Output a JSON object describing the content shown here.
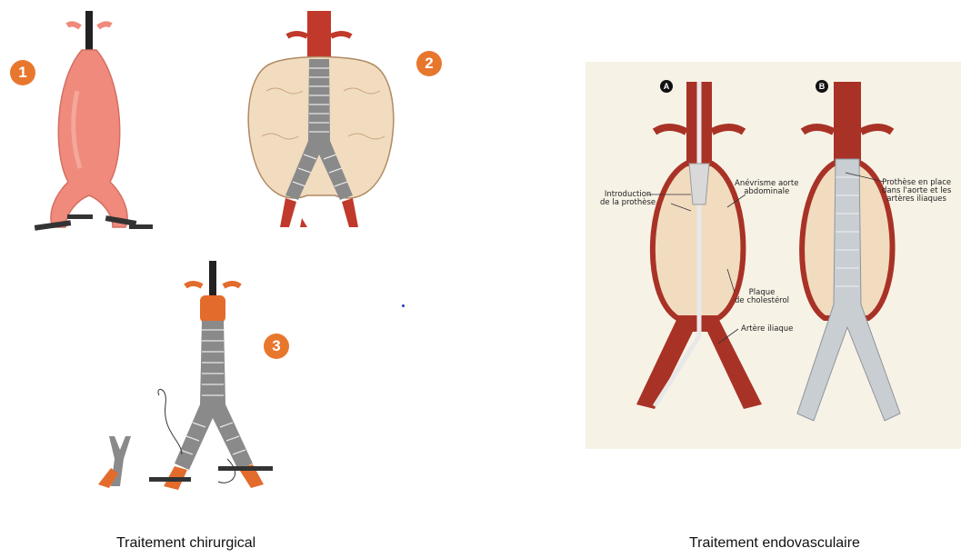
{
  "surgical": {
    "steps": [
      "1",
      "2",
      "3"
    ],
    "caption": "Traitement chirurgical"
  },
  "endovascular": {
    "caption": "Traitement endovasculaire",
    "markers": [
      "A",
      "B"
    ],
    "labels": {
      "introduction": "Introduction\nde la prothèse",
      "aneurysm": "Anévrisme aorte\nabdominale",
      "plaque": "Plaque\nde cholestérol",
      "iliac": "Artère iliaque",
      "prosthesis": "Prothèse en place\ndans l'aorte et les\nartères iliaques"
    }
  },
  "colors": {
    "badge": "#e8772e",
    "artery_pink": "#ef8a7c",
    "artery_red": "#b8332b",
    "graft_orange": "#e36b2c",
    "sac": "#f1dcc0",
    "endo_background": "#f7f2e6"
  }
}
